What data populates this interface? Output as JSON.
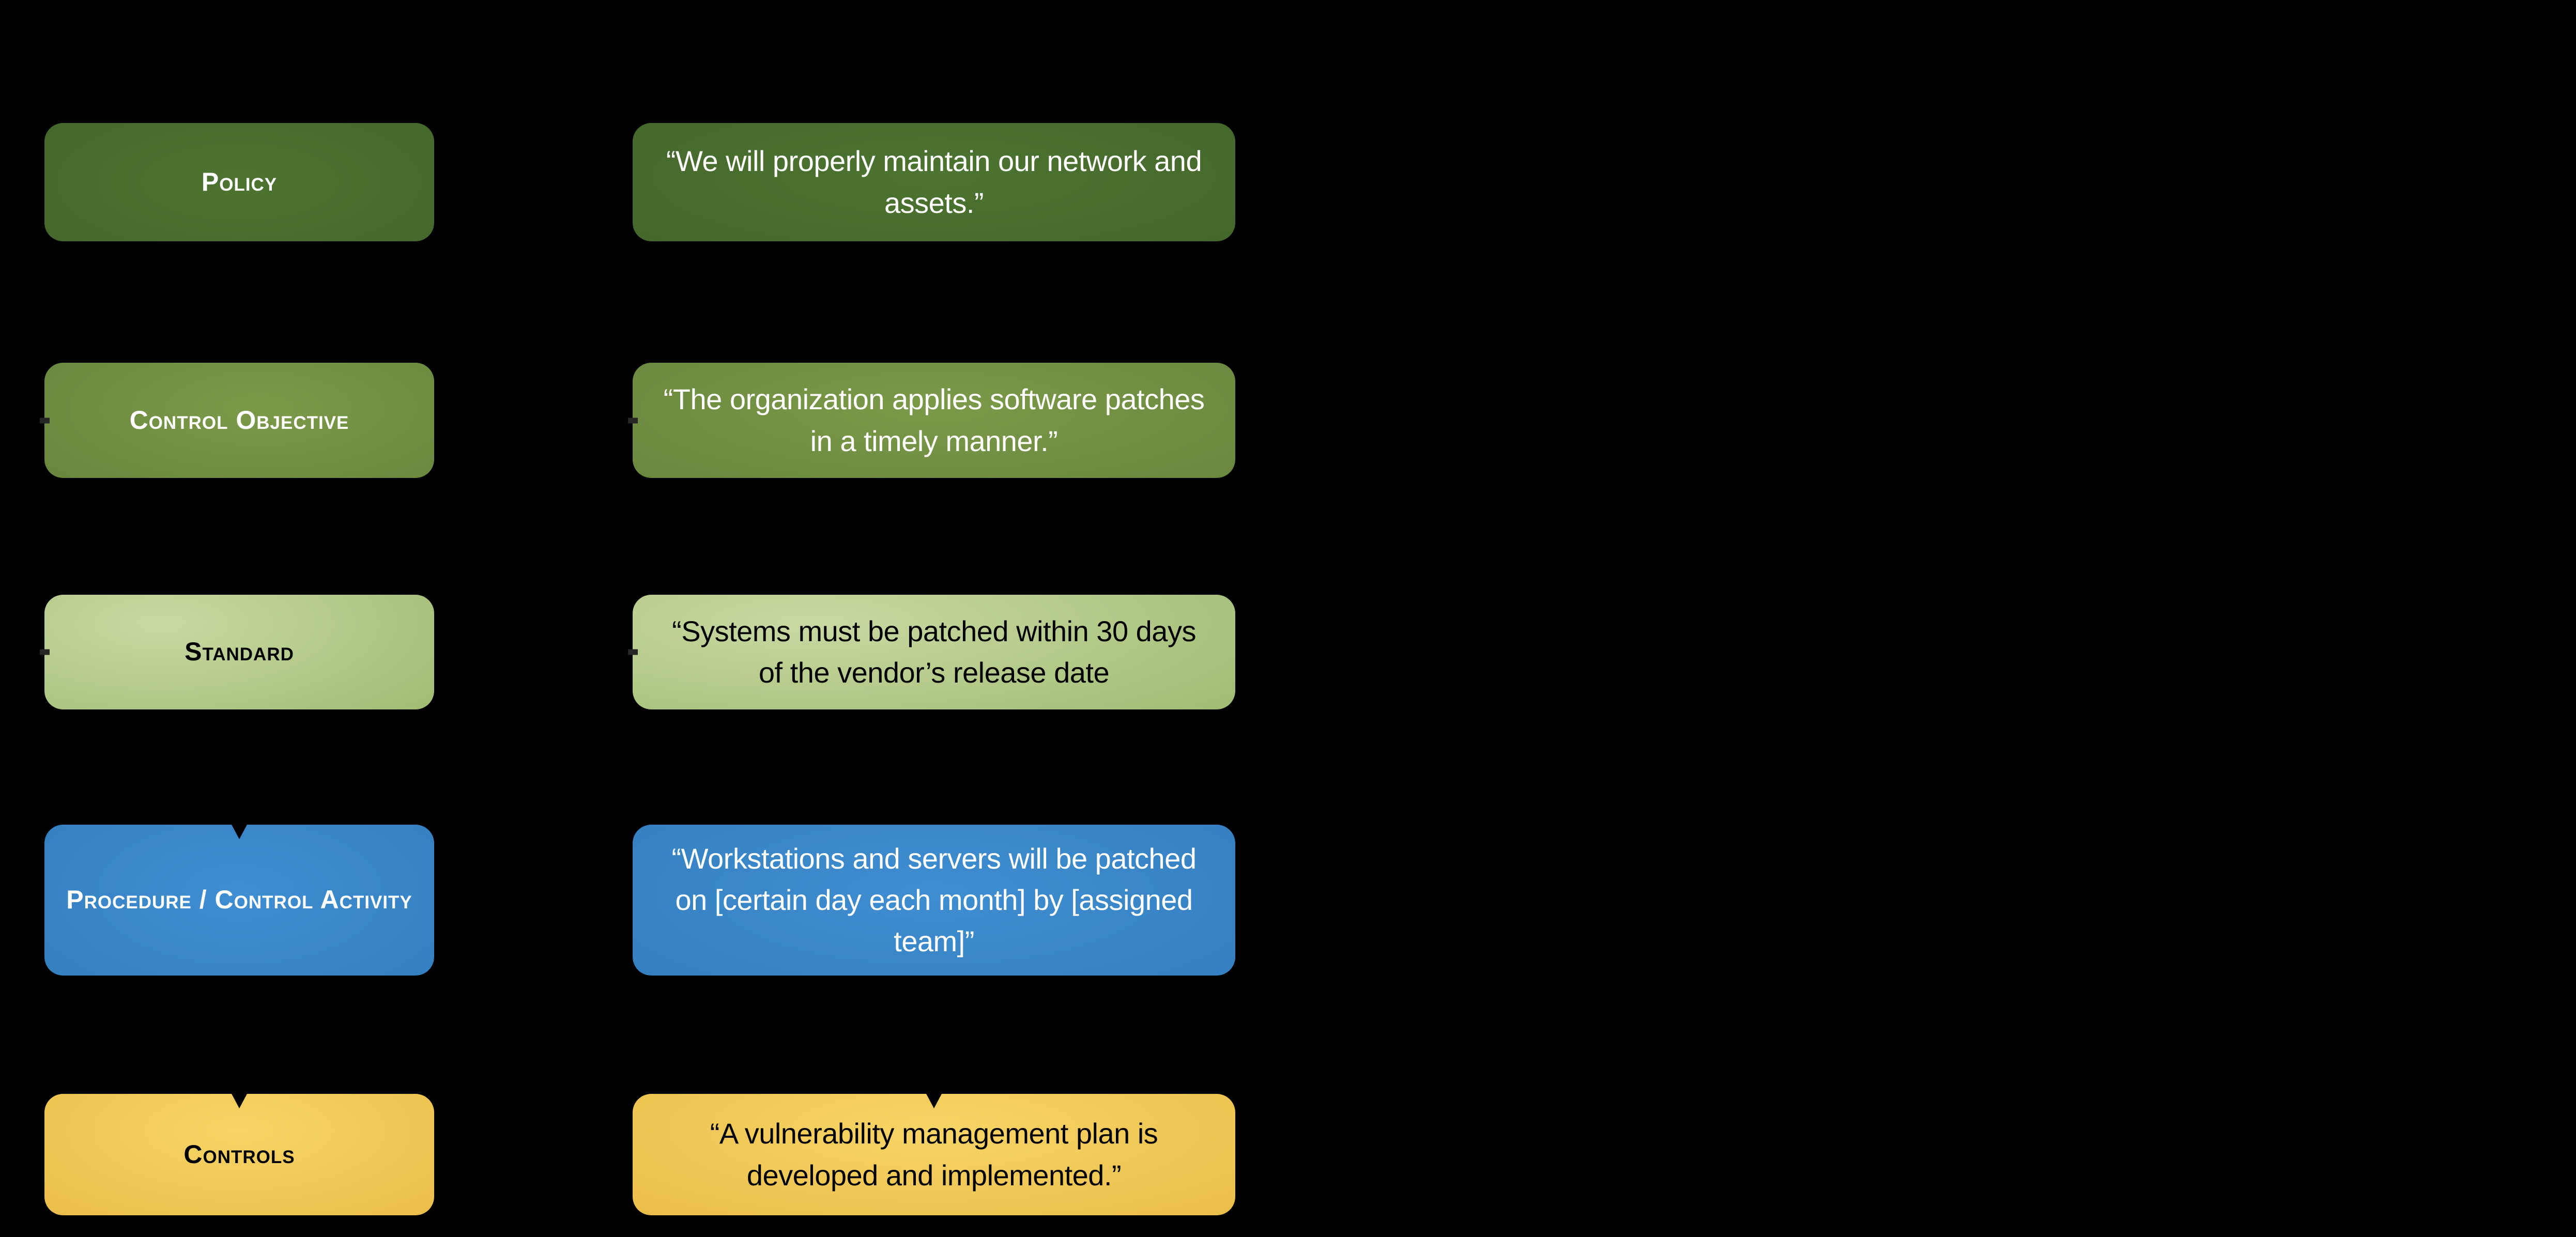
{
  "background_color": "#000000",
  "diagram": {
    "description_visible_text_only": true,
    "connector_stub_color": "#262626",
    "connector_notch_color": "#000000",
    "rows": [
      {
        "label": "Policy",
        "quote": "“We will properly maintain our network and assets.”",
        "box_color_center": "#4d7431",
        "box_color_edge": "#3b5a26",
        "text_color": "#ffffff"
      },
      {
        "label": "Control Objective",
        "quote": "“The organization applies software patches in a timely manner.”",
        "box_color_center": "#7b9a49",
        "box_color_edge": "#5a7533",
        "text_color": "#ffffff"
      },
      {
        "label": "Standard",
        "quote": "“Systems must be patched within 30 days of the vendor’s release date",
        "box_color_center": "#c8d9a2",
        "box_color_edge": "#8fae5e",
        "text_color": "#000000"
      },
      {
        "label": "Procedure / Control Activity",
        "quote": "“Workstations and servers will be patched on [certain day each month] by [assigned team]”",
        "box_color_center": "#3f8ed2",
        "box_color_edge": "#2a70ac",
        "text_color": "#ffffff"
      },
      {
        "label": "Controls",
        "quote": "“A vulnerability management plan is developed and implemented.”",
        "box_color_center": "#f8d466",
        "box_color_edge": "#deac35",
        "text_color": "#000000"
      }
    ]
  }
}
